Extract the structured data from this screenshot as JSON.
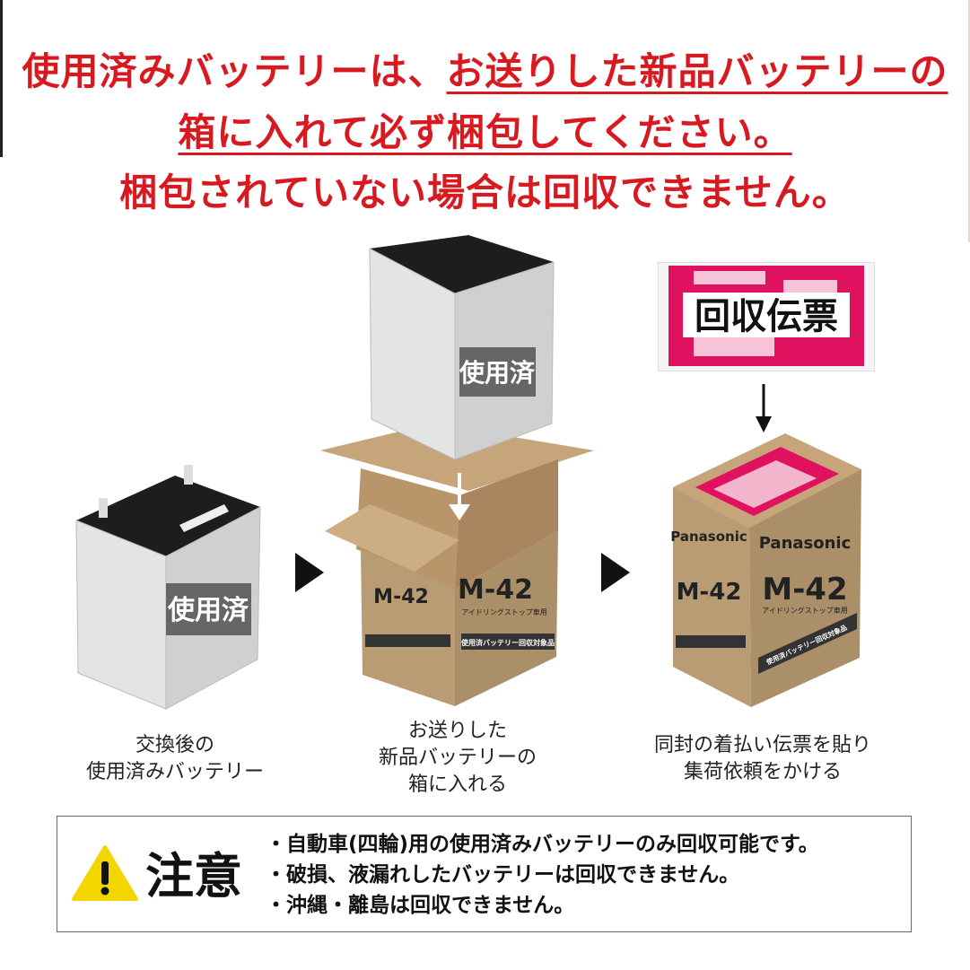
{
  "headline": {
    "line1_plain": "使用済みバッテリーは、",
    "line1_underlined": "お送りした新品バッテリーの",
    "line2_underlined": "箱に入れて必ず梱包してください。",
    "line3": "梱包されていない場合は回収できません。"
  },
  "colors": {
    "headline": "#d81920",
    "slip": "#e0115f",
    "cardboard": "#b99c74",
    "warning": "#f3d600"
  },
  "illustrations": {
    "used_label": "使用済",
    "slip_label": "回収伝票",
    "box_brand": "Panasonic",
    "box_model": "M-42",
    "box_subtitle": "アイドリングストップ車用",
    "box_band": "使用済バッテリー回収対象品"
  },
  "steps": [
    {
      "caption_lines": [
        "交換後の",
        "使用済みバッテリー"
      ]
    },
    {
      "caption_lines": [
        "お送りした",
        "新品バッテリーの",
        "箱に入れる"
      ]
    },
    {
      "caption_lines": [
        "同封の着払い伝票を貼り",
        "集荷依頼をかける"
      ]
    }
  ],
  "notice": {
    "title": "注意",
    "icon": "warning-triangle-icon",
    "items": [
      "・自動車(四輪)用の使用済みバッテリーのみ回収可能です。",
      "・破損、液漏れしたバッテリーは回収できません。",
      "・沖縄・離島は回収できません。"
    ]
  }
}
